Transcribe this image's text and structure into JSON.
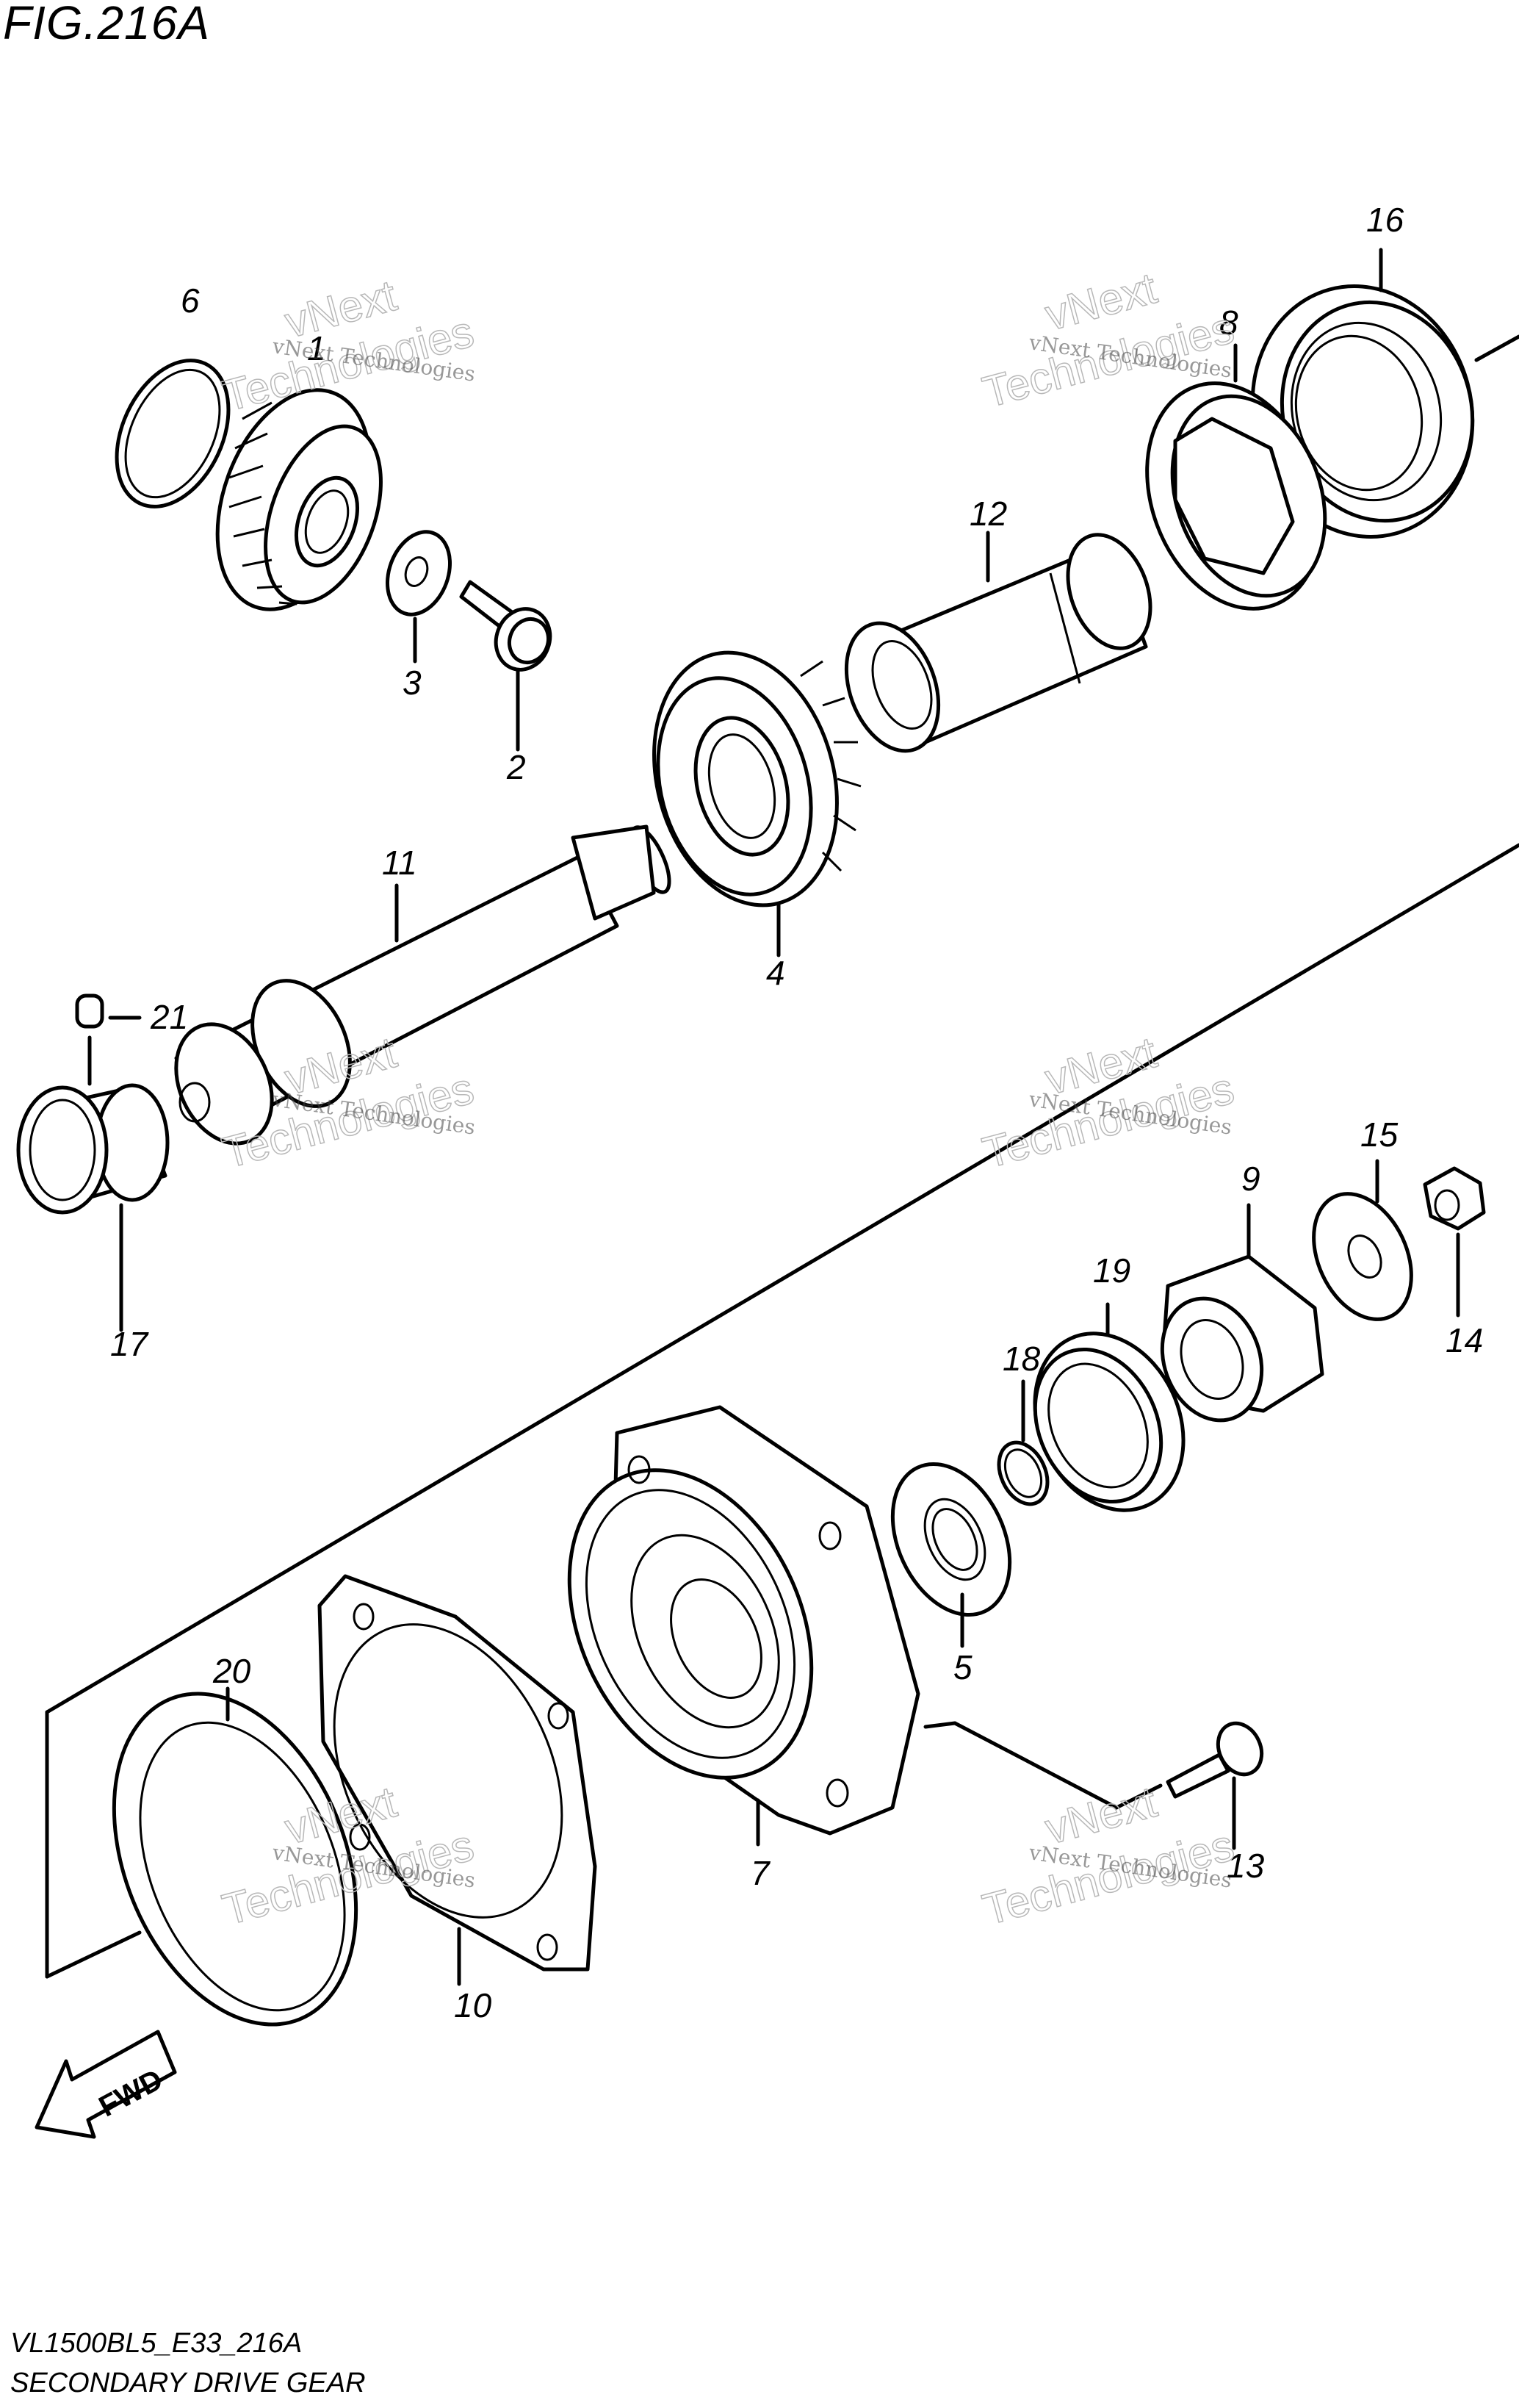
{
  "figure_title": "FIG.216A",
  "footer": {
    "model_code": "VL1500BL5_E33_216A",
    "section_name": "SECONDARY DRIVE GEAR"
  },
  "fwd_label": "FWD",
  "callouts": [
    {
      "id": "c1",
      "text": "1"
    },
    {
      "id": "c2",
      "text": "2"
    },
    {
      "id": "c3",
      "text": "3"
    },
    {
      "id": "c4",
      "text": "4"
    },
    {
      "id": "c5",
      "text": "5"
    },
    {
      "id": "c6",
      "text": "6"
    },
    {
      "id": "c7",
      "text": "7"
    },
    {
      "id": "c8",
      "text": "8"
    },
    {
      "id": "c9",
      "text": "9"
    },
    {
      "id": "c10",
      "text": "10"
    },
    {
      "id": "c11",
      "text": "11"
    },
    {
      "id": "c12",
      "text": "12"
    },
    {
      "id": "c13",
      "text": "13"
    },
    {
      "id": "c14",
      "text": "14"
    },
    {
      "id": "c15",
      "text": "15"
    },
    {
      "id": "c16",
      "text": "16"
    },
    {
      "id": "c17",
      "text": "17"
    },
    {
      "id": "c18",
      "text": "18"
    },
    {
      "id": "c19",
      "text": "19"
    },
    {
      "id": "c20",
      "text": "20"
    },
    {
      "id": "c21",
      "text": "21"
    }
  ],
  "watermark": {
    "line1": "vNext Technologies",
    "line2_top": "vNext",
    "line2_bottom": "Technologies"
  }
}
